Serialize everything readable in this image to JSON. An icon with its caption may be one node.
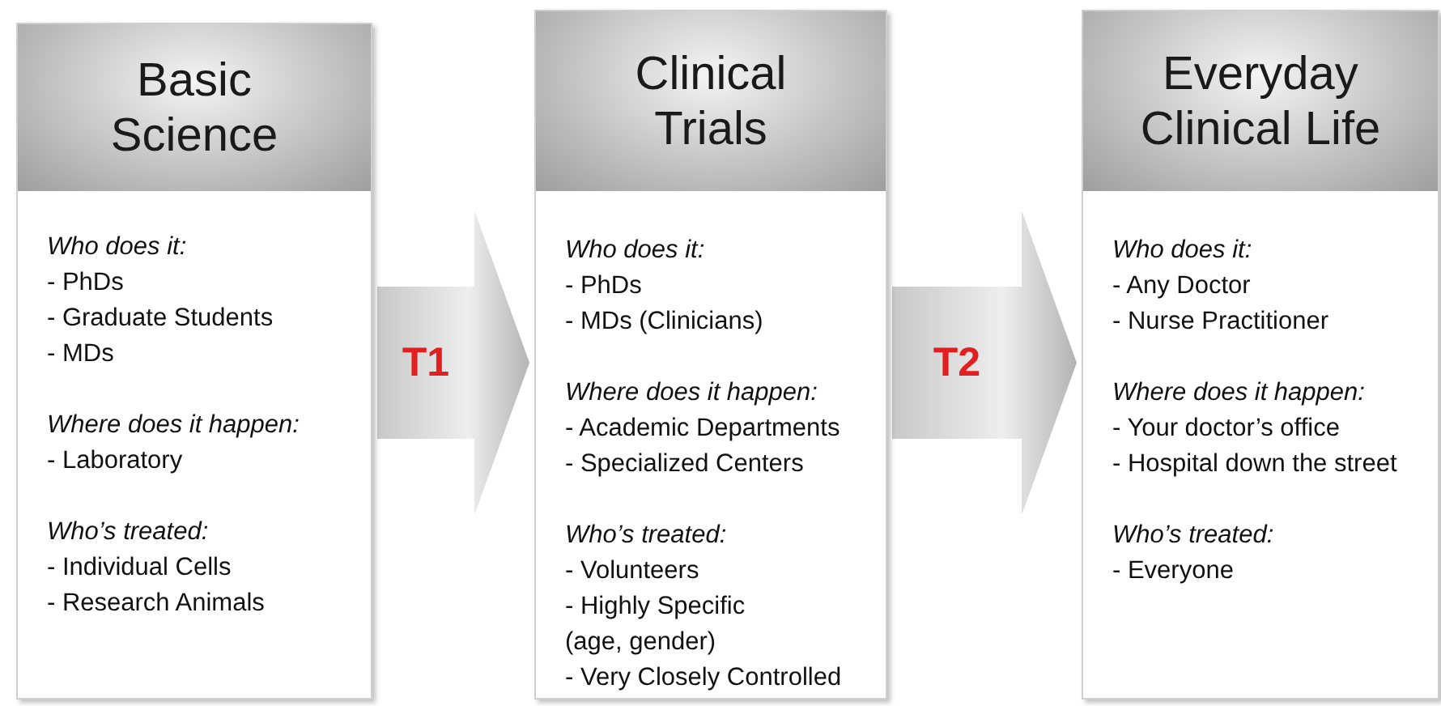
{
  "diagram": {
    "nodes": [
      {
        "text": [
          "Basic Science",
          "Who does it:",
          "- PhDs",
          "- Graduate Students",
          "- MDs",
          "Where does it happen:",
          "- Laboratory",
          "Who’s treated:",
          "- Individual Cells",
          "- Research Animals"
        ]
      },
      {
        "text": [
          "Clinical Trials",
          "Who does it:",
          "- PhDs",
          "- MDs (Clinicians)",
          "Where does it happen:",
          "- Academic Departments",
          "- Specialized Centers",
          "Who’s treated:",
          "- Volunteers",
          "- Highly Specific",
          "(age, gender)",
          "- Very Closely Controlled"
        ]
      },
      {
        "text": [
          "Everyday Clinical Life",
          "Who does it:",
          "- Any Doctor",
          "- Nurse Practitioner",
          "Where does it happen:",
          "- Your doctor’s office",
          "- Hospital down the street",
          "Who’s treated:",
          "- Everyone"
        ]
      }
    ],
    "edges": [
      {
        "from": 0,
        "to": 1,
        "arrow": "to",
        "label": "T1"
      },
      {
        "from": 1,
        "to": 2,
        "arrow": "to",
        "label": "T2"
      }
    ]
  }
}
